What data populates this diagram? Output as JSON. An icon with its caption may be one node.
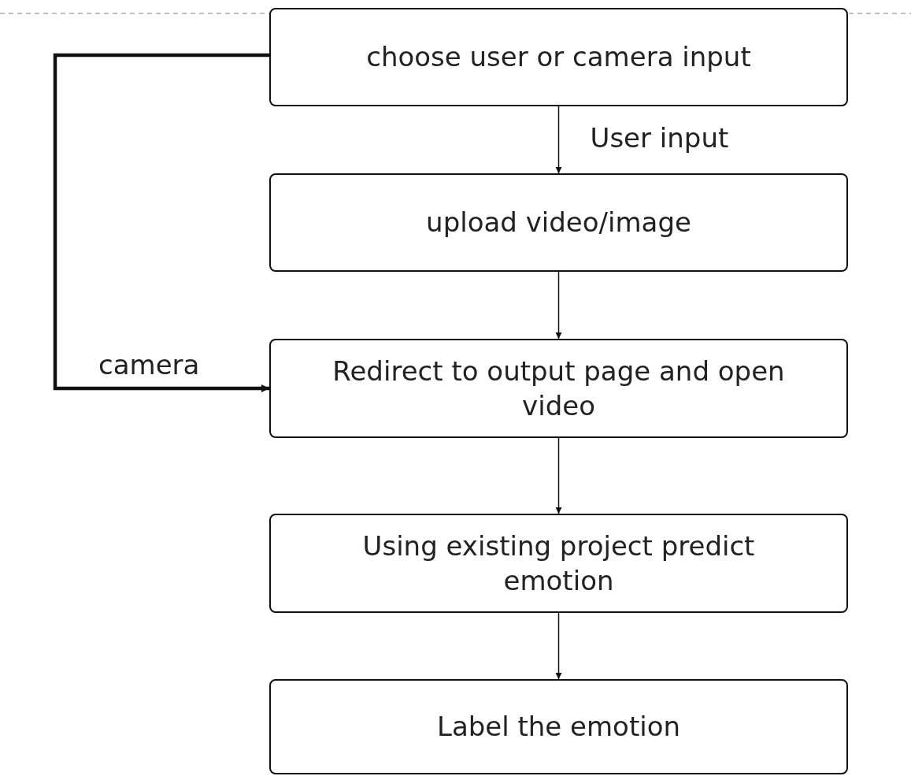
{
  "diagram": {
    "nodes": [
      {
        "text": [
          "choose user or camera input"
        ]
      },
      {
        "text": [
          "upload video/image"
        ]
      },
      {
        "text": [
          "Redirect to output page and open video"
        ]
      },
      {
        "text": [
          "Using existing project predict emotion"
        ]
      },
      {
        "text": [
          "Label the emotion"
        ]
      }
    ],
    "edges": [
      {
        "from": 0,
        "to": 1,
        "arrow": "to",
        "label": "User input"
      },
      {
        "from": 1,
        "to": 2,
        "arrow": "to"
      },
      {
        "from": 0,
        "to": 2,
        "arrow": "to",
        "label": "camera",
        "style": "thick"
      },
      {
        "from": 2,
        "to": 3,
        "arrow": "to"
      },
      {
        "from": 3,
        "to": 4,
        "arrow": "to"
      }
    ]
  }
}
